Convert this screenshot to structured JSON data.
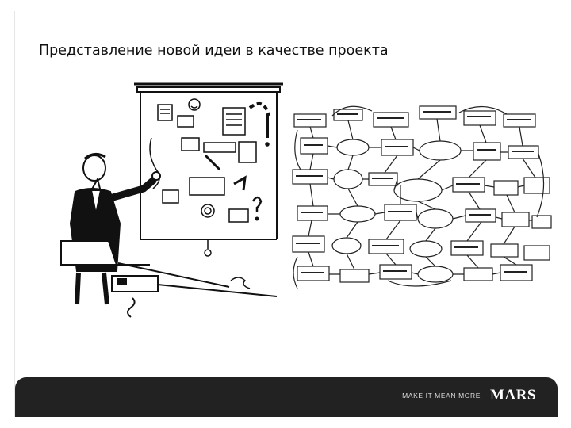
{
  "slide": {
    "title": "Представление новой идеи в качестве проекта"
  },
  "footer": {
    "tagline": "MAKE IT MEAN MORE",
    "brand": "MARS",
    "background_color": "#222222"
  },
  "illustration": {
    "left_panel": "cartoon-presenter-with-simple-idea-diagram",
    "right_panel": "complex-project-mind-map-doodle"
  }
}
